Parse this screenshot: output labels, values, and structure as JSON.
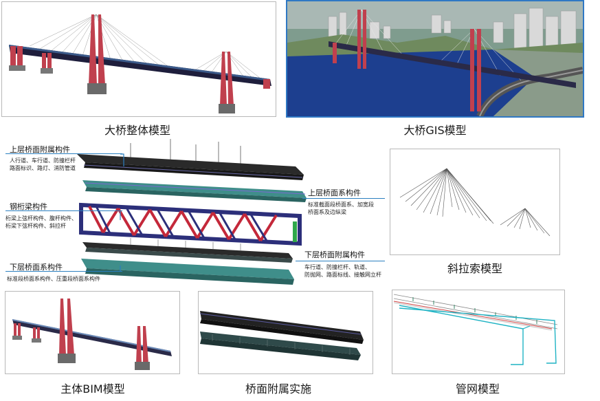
{
  "captions": {
    "overall_model": "大桥整体模型",
    "gis_model": "大桥GIS模型",
    "cable_model": "斜拉索模型",
    "main_bim": "主体BIM模型",
    "deck_attach": "桥面附属实施",
    "pipe_model": "管网模型"
  },
  "exploded": {
    "upper_attach": {
      "title": "上层桥面附属构件",
      "desc1": "人行道、车行道、防撞栏杆",
      "desc2": "路面标识、路灯、消防管道"
    },
    "upper_system": {
      "title": "上层桥面系构件",
      "desc1": "标准截面段桥面系、加宽段",
      "desc2": "桥面系及边纵梁"
    },
    "truss": {
      "title": "钢桁梁构件",
      "desc1": "桁梁上弦杆构件、腹杆构件、",
      "desc2": "桁梁下弦杆构件、斜拉杆"
    },
    "lower_attach": {
      "title": "下层桥面附属构件",
      "desc1": "车行道、防撞栏杆、轨道、",
      "desc2": "防抛网、路面标线、接触网立杆"
    },
    "lower_system": {
      "title": "下层桥面系构件",
      "desc1": "标准段桥面系构件、压重段桥面系构件"
    }
  },
  "colors": {
    "tower": "#c0404e",
    "deck": "#1e1e3c",
    "deck_teal": "#3f8e8a",
    "truss_blue": "#2c2f7a",
    "truss_red": "#c4283a",
    "callout": "#2a7fc0",
    "pipe_cyan": "#1fb3c4",
    "water": "#1d3f8f"
  }
}
